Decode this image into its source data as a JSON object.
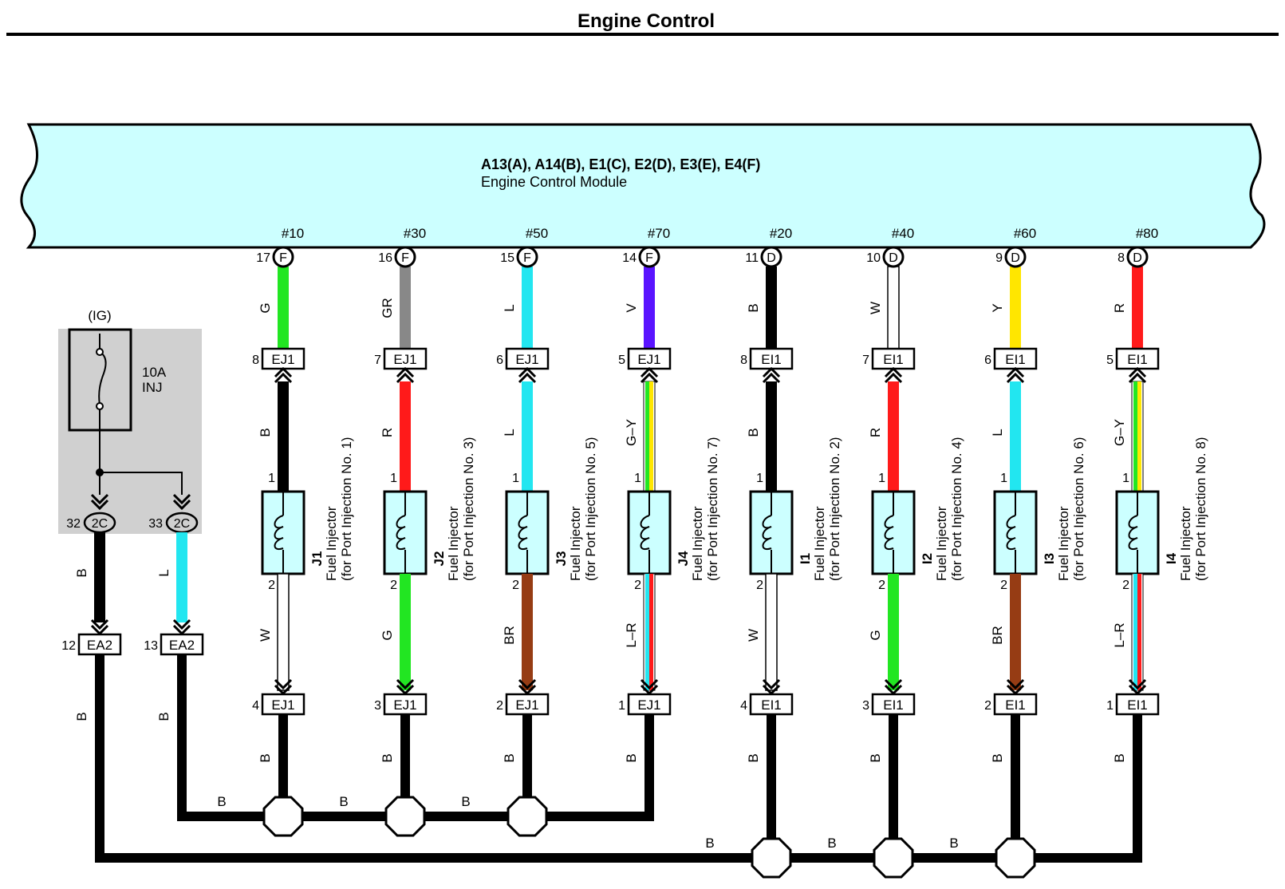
{
  "title": "Engine Control",
  "ecm": {
    "code": "A13(A), A14(B), E1(C), E2(D), E3(E), E4(F)",
    "name": "Engine Control Module"
  },
  "colors": {
    "B": "#000000",
    "W": "#ffffff",
    "G": "#22e622",
    "GR": "#888888",
    "L": "#22e6f0",
    "V": "#5a14ff",
    "Y": "#ffe600",
    "R": "#ff1a1a",
    "BR": "#963c14",
    "G-Y": [
      "#22e622",
      "#ffe600"
    ],
    "L-R": [
      "#22e6f0",
      "#ff1a1a"
    ],
    "ecm_fill": "#ccffff",
    "injector_fill": "#ccffff",
    "relay_box": "#d0d0d0"
  },
  "fuse": {
    "source": "(IG)",
    "rating": "10A",
    "name": "INJ",
    "icon": "fuse-icon"
  },
  "fuse_outputs": [
    {
      "pin": "32",
      "connector": "2C",
      "wire": "B",
      "wire_color_key": "B",
      "ea_pin": "12",
      "ea_connector": "EA2",
      "ground_wire": "B"
    },
    {
      "pin": "33",
      "connector": "2C",
      "wire": "L",
      "wire_color_key": "L",
      "ea_pin": "13",
      "ea_connector": "EA2",
      "ground_wire": "B"
    }
  ],
  "channels": [
    {
      "terminal": "#10",
      "pin": "17",
      "conn": "F",
      "top_wire": "G",
      "top_key": "G",
      "ej_pin_top": "8",
      "ej_top": "EJ1",
      "mid_wire": "B",
      "mid_key": "B",
      "inj_pin1": "1",
      "inj_pin2": "2",
      "code": "J1",
      "name_line1": "Fuel Injector",
      "name_line2": "(for Port Injection No. 1)",
      "bot_wire": "W",
      "bot_key": "W",
      "ej_pin_bot": "4",
      "ej_bot": "EJ1",
      "gnd_wire": "B"
    },
    {
      "terminal": "#30",
      "pin": "16",
      "conn": "F",
      "top_wire": "GR",
      "top_key": "GR",
      "ej_pin_top": "7",
      "ej_top": "EJ1",
      "mid_wire": "R",
      "mid_key": "R",
      "inj_pin1": "1",
      "inj_pin2": "2",
      "code": "J2",
      "name_line1": "Fuel Injector",
      "name_line2": "(for Port Injection No. 3)",
      "bot_wire": "G",
      "bot_key": "G",
      "ej_pin_bot": "3",
      "ej_bot": "EJ1",
      "gnd_wire": "B"
    },
    {
      "terminal": "#50",
      "pin": "15",
      "conn": "F",
      "top_wire": "L",
      "top_key": "L",
      "ej_pin_top": "6",
      "ej_top": "EJ1",
      "mid_wire": "L",
      "mid_key": "L",
      "inj_pin1": "1",
      "inj_pin2": "2",
      "code": "J3",
      "name_line1": "Fuel Injector",
      "name_line2": "(for Port Injection No. 5)",
      "bot_wire": "BR",
      "bot_key": "BR",
      "ej_pin_bot": "2",
      "ej_bot": "EJ1",
      "gnd_wire": "B"
    },
    {
      "terminal": "#70",
      "pin": "14",
      "conn": "F",
      "top_wire": "V",
      "top_key": "V",
      "ej_pin_top": "5",
      "ej_top": "EJ1",
      "mid_wire": "G–Y",
      "mid_key": "G-Y",
      "inj_pin1": "1",
      "inj_pin2": "2",
      "code": "J4",
      "name_line1": "Fuel Injector",
      "name_line2": "(for Port Injection No. 7)",
      "bot_wire": "L–R",
      "bot_key": "L-R",
      "ej_pin_bot": "1",
      "ej_bot": "EJ1",
      "gnd_wire": "B"
    },
    {
      "terminal": "#20",
      "pin": "11",
      "conn": "D",
      "top_wire": "B",
      "top_key": "B",
      "ej_pin_top": "8",
      "ej_top": "EI1",
      "mid_wire": "B",
      "mid_key": "B",
      "inj_pin1": "1",
      "inj_pin2": "2",
      "code": "I1",
      "name_line1": "Fuel Injector",
      "name_line2": "(for Port Injection No. 2)",
      "bot_wire": "W",
      "bot_key": "W",
      "ej_pin_bot": "4",
      "ej_bot": "EI1",
      "gnd_wire": "B"
    },
    {
      "terminal": "#40",
      "pin": "10",
      "conn": "D",
      "top_wire": "W",
      "top_key": "W",
      "ej_pin_top": "7",
      "ej_top": "EI1",
      "mid_wire": "R",
      "mid_key": "R",
      "inj_pin1": "1",
      "inj_pin2": "2",
      "code": "I2",
      "name_line1": "Fuel Injector",
      "name_line2": "(for Port Injection No. 4)",
      "bot_wire": "G",
      "bot_key": "G",
      "ej_pin_bot": "3",
      "ej_bot": "EI1",
      "gnd_wire": "B"
    },
    {
      "terminal": "#60",
      "pin": "9",
      "conn": "D",
      "top_wire": "Y",
      "top_key": "Y",
      "ej_pin_top": "6",
      "ej_top": "EI1",
      "mid_wire": "L",
      "mid_key": "L",
      "inj_pin1": "1",
      "inj_pin2": "2",
      "code": "I3",
      "name_line1": "Fuel Injector",
      "name_line2": "(for Port Injection No. 6)",
      "bot_wire": "BR",
      "bot_key": "BR",
      "ej_pin_bot": "2",
      "ej_bot": "EI1",
      "gnd_wire": "B"
    },
    {
      "terminal": "#80",
      "pin": "8",
      "conn": "D",
      "top_wire": "R",
      "top_key": "R",
      "ej_pin_top": "5",
      "ej_top": "EI1",
      "mid_wire": "G–Y",
      "mid_key": "G-Y",
      "inj_pin1": "1",
      "inj_pin2": "2",
      "code": "I4",
      "name_line1": "Fuel Injector",
      "name_line2": "(for Port Injection No. 8)",
      "bot_wire": "L–R",
      "bot_key": "L-R",
      "ej_pin_bot": "1",
      "ej_bot": "EI1",
      "gnd_wire": "B"
    }
  ],
  "bus_labels": {
    "upper": [
      "B",
      "B",
      "B"
    ],
    "lower": [
      "B",
      "B",
      "B",
      "B"
    ]
  }
}
